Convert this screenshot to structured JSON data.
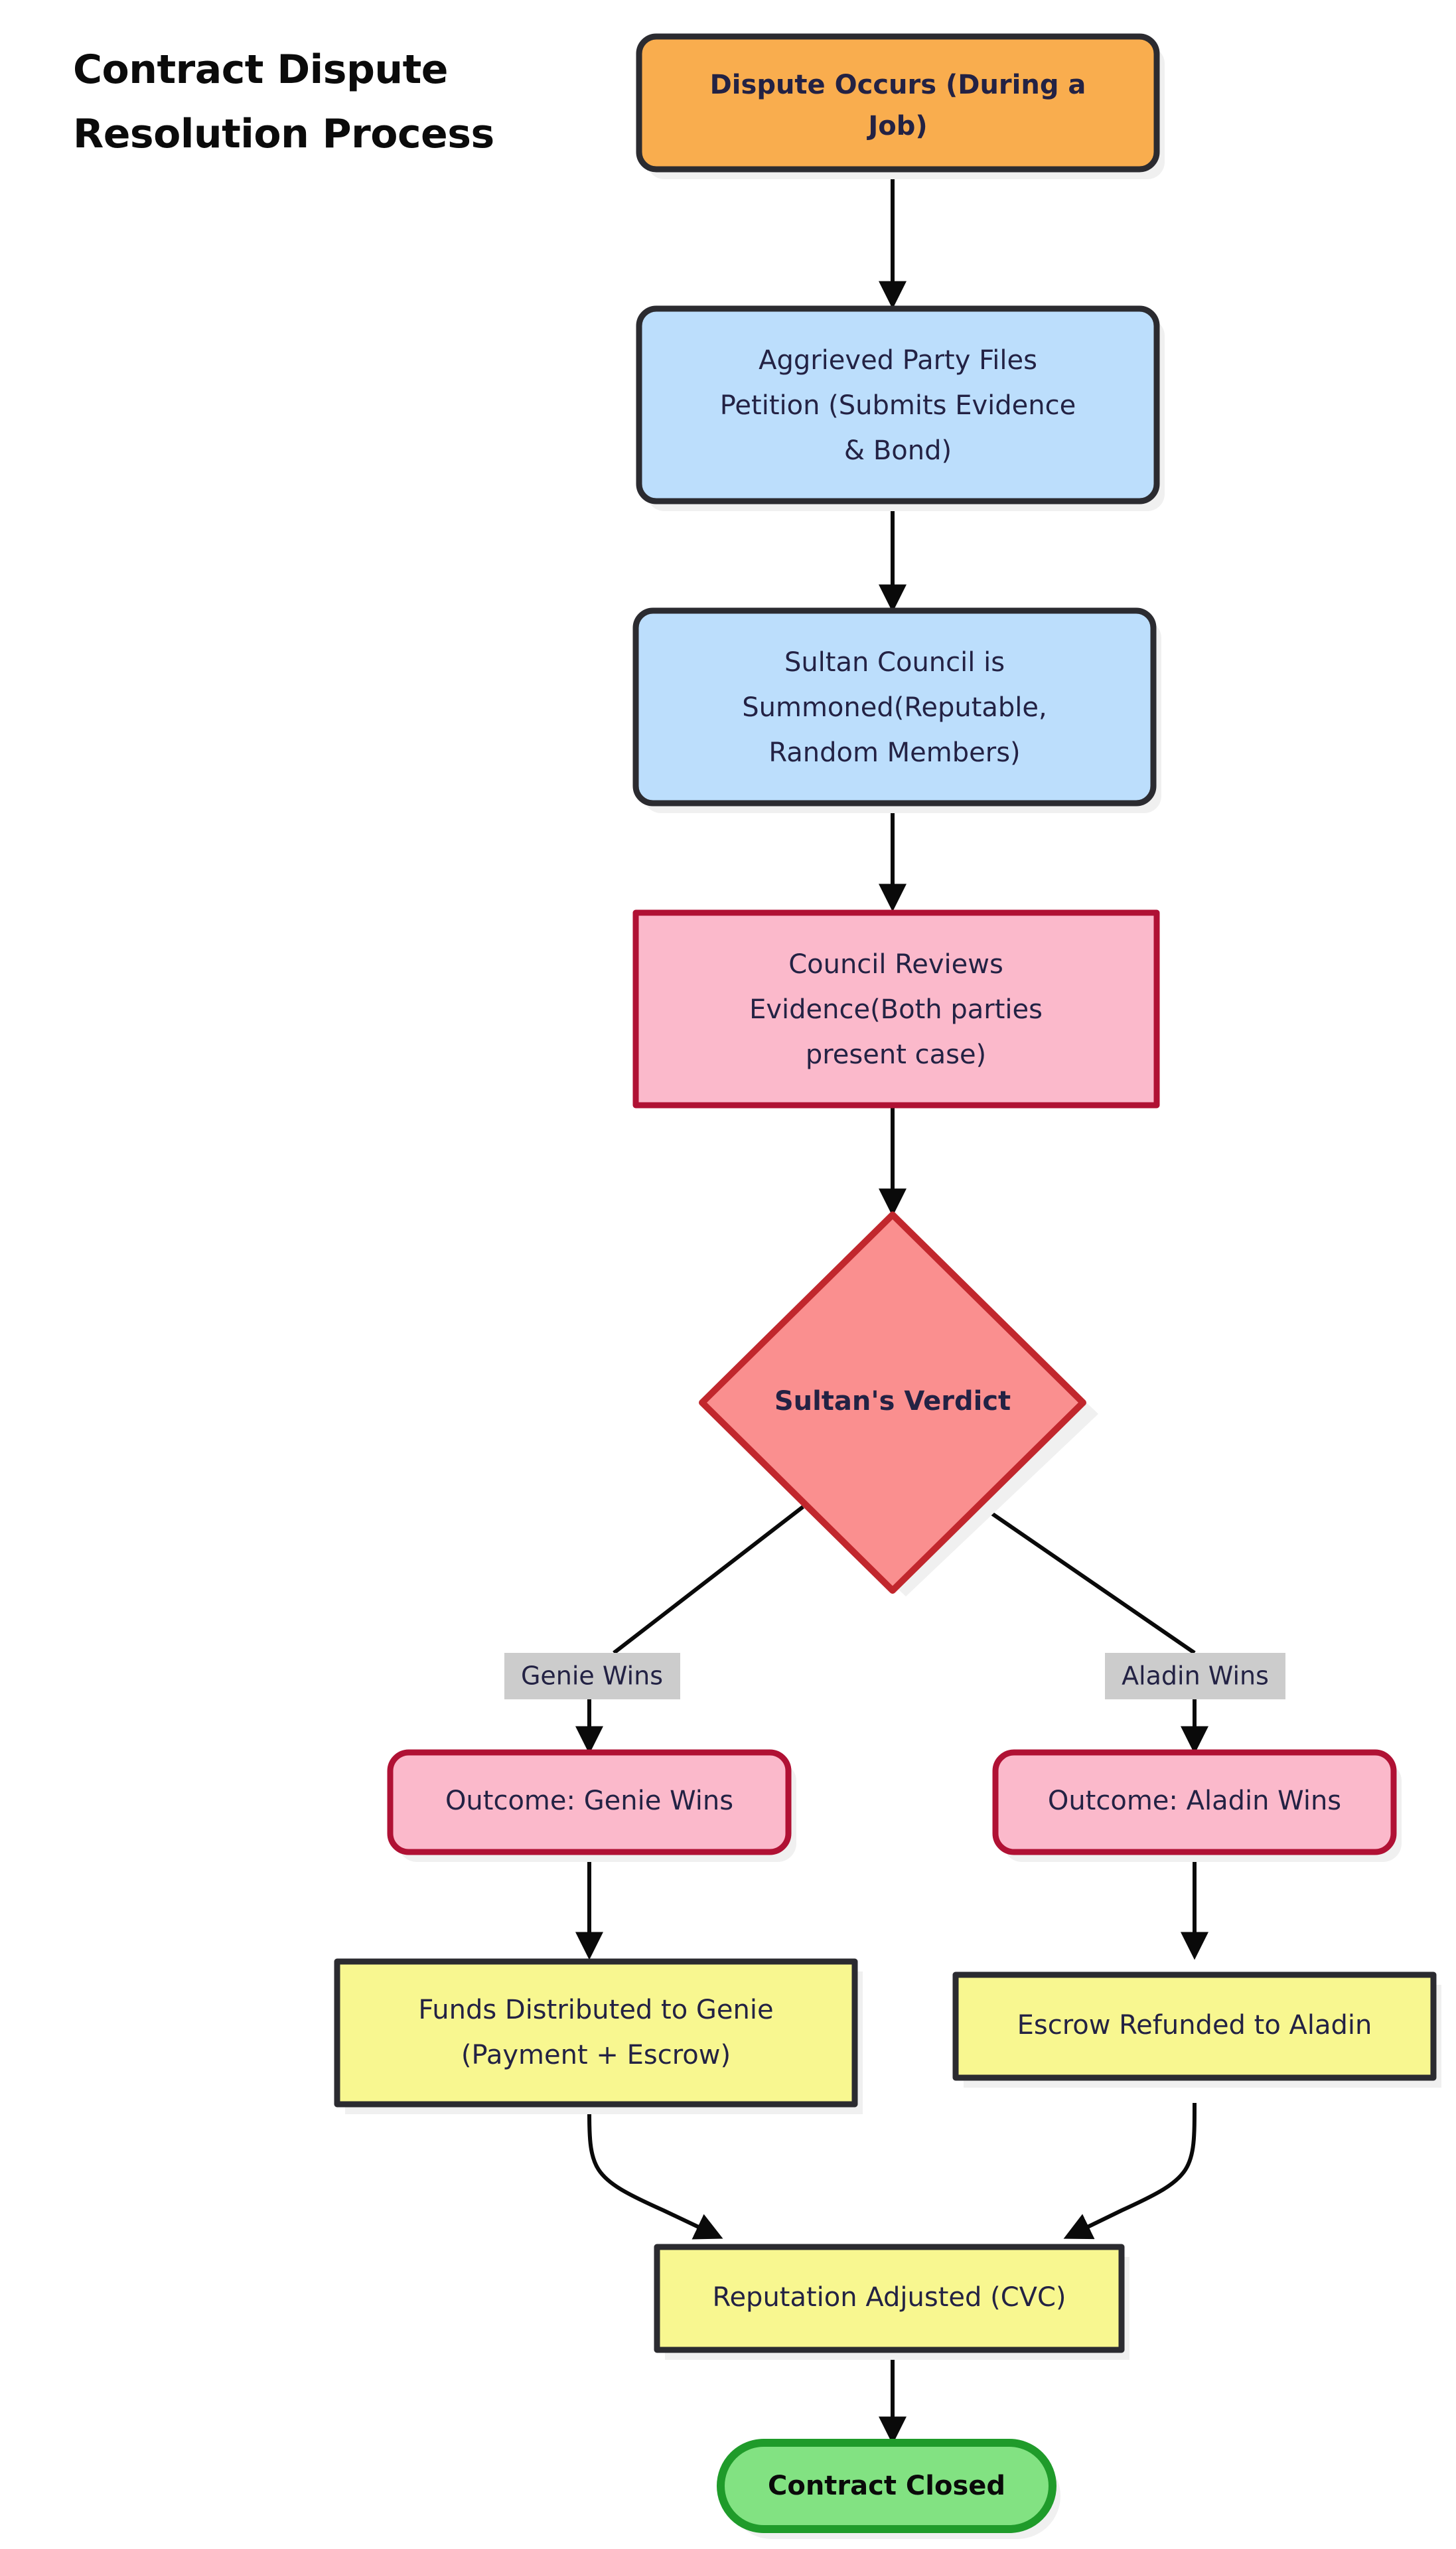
{
  "diagram": {
    "title_lines": [
      "Contract Dispute",
      "Resolution Process"
    ],
    "type": "flowchart",
    "direction": "top-down",
    "colors": {
      "start_fill": "#f9ad4e",
      "start_stroke": "#2b2b30",
      "process_fill": "#bcdefc",
      "process_stroke": "#2b2b30",
      "review_fill": "#fbb9cb",
      "review_stroke": "#b01134",
      "decision_fill": "#fa8f8f",
      "decision_stroke": "#c1272d",
      "outcome_fill": "#fbb9cb",
      "outcome_stroke": "#b01134",
      "action_fill": "#f8f790",
      "action_stroke": "#2b2b30",
      "end_fill": "#82e282",
      "end_stroke": "#1f9b2a",
      "edge_stroke": "#0a0a0a",
      "edge_label_bg": "#cccccc",
      "text_navy": "#232244",
      "text_black": "#0a0a0a"
    },
    "nodes": [
      {
        "id": "dispute",
        "label": "Dispute Occurs (During a Job)",
        "lines": [
          "Dispute Occurs (During a",
          "Job)"
        ],
        "shape": "rounded-rect",
        "style": "start",
        "bold": true
      },
      {
        "id": "petition",
        "label": "Aggrieved Party Files Petition (Submits Evidence & Bond)",
        "lines": [
          "Aggrieved Party Files",
          "Petition (Submits Evidence",
          "& Bond)"
        ],
        "shape": "rounded-rect",
        "style": "process",
        "bold": false
      },
      {
        "id": "council",
        "label": "Sultan Council is Summoned(Reputable, Random Members)",
        "lines": [
          "Sultan Council is",
          "Summoned(Reputable,",
          "Random Members)"
        ],
        "shape": "rounded-rect",
        "style": "process",
        "bold": false
      },
      {
        "id": "review",
        "label": "Council Reviews Evidence(Both parties present case)",
        "lines": [
          "Council Reviews",
          "Evidence(Both parties",
          "present case)"
        ],
        "shape": "rect",
        "style": "review",
        "bold": false
      },
      {
        "id": "verdict",
        "label": "Sultan's Verdict",
        "lines": [
          "Sultan's Verdict"
        ],
        "shape": "diamond",
        "style": "decision",
        "bold": true
      },
      {
        "id": "genie_out",
        "label": "Outcome: Genie Wins",
        "lines": [
          "Outcome: Genie Wins"
        ],
        "shape": "rounded-rect",
        "style": "outcome",
        "bold": false
      },
      {
        "id": "aladin_out",
        "label": "Outcome: Aladin Wins",
        "lines": [
          "Outcome: Aladin Wins"
        ],
        "shape": "rounded-rect",
        "style": "outcome",
        "bold": false
      },
      {
        "id": "funds",
        "label": "Funds Distributed to Genie (Payment + Escrow)",
        "lines": [
          "Funds Distributed to Genie",
          "(Payment + Escrow)"
        ],
        "shape": "rect",
        "style": "action",
        "bold": false
      },
      {
        "id": "escrow",
        "label": "Escrow Refunded to Aladin",
        "lines": [
          "Escrow Refunded to Aladin"
        ],
        "shape": "rect",
        "style": "action",
        "bold": false
      },
      {
        "id": "reputation",
        "label": "Reputation Adjusted (CVC)",
        "lines": [
          "Reputation Adjusted (CVC)"
        ],
        "shape": "rect",
        "style": "action",
        "bold": false
      },
      {
        "id": "closed",
        "label": "Contract Closed",
        "lines": [
          "Contract Closed"
        ],
        "shape": "stadium",
        "style": "end",
        "bold": true
      }
    ],
    "edges": [
      {
        "from": "dispute",
        "to": "petition",
        "label": ""
      },
      {
        "from": "petition",
        "to": "council",
        "label": ""
      },
      {
        "from": "council",
        "to": "review",
        "label": ""
      },
      {
        "from": "review",
        "to": "verdict",
        "label": ""
      },
      {
        "from": "verdict",
        "to": "genie_out",
        "label": "Genie Wins"
      },
      {
        "from": "verdict",
        "to": "aladin_out",
        "label": "Aladin Wins"
      },
      {
        "from": "genie_out",
        "to": "funds",
        "label": ""
      },
      {
        "from": "aladin_out",
        "to": "escrow",
        "label": ""
      },
      {
        "from": "funds",
        "to": "reputation",
        "label": ""
      },
      {
        "from": "escrow",
        "to": "reputation",
        "label": ""
      },
      {
        "from": "reputation",
        "to": "closed",
        "label": ""
      }
    ],
    "edge_labels": {
      "genie": "Genie Wins",
      "aladin": "Aladin Wins"
    }
  }
}
